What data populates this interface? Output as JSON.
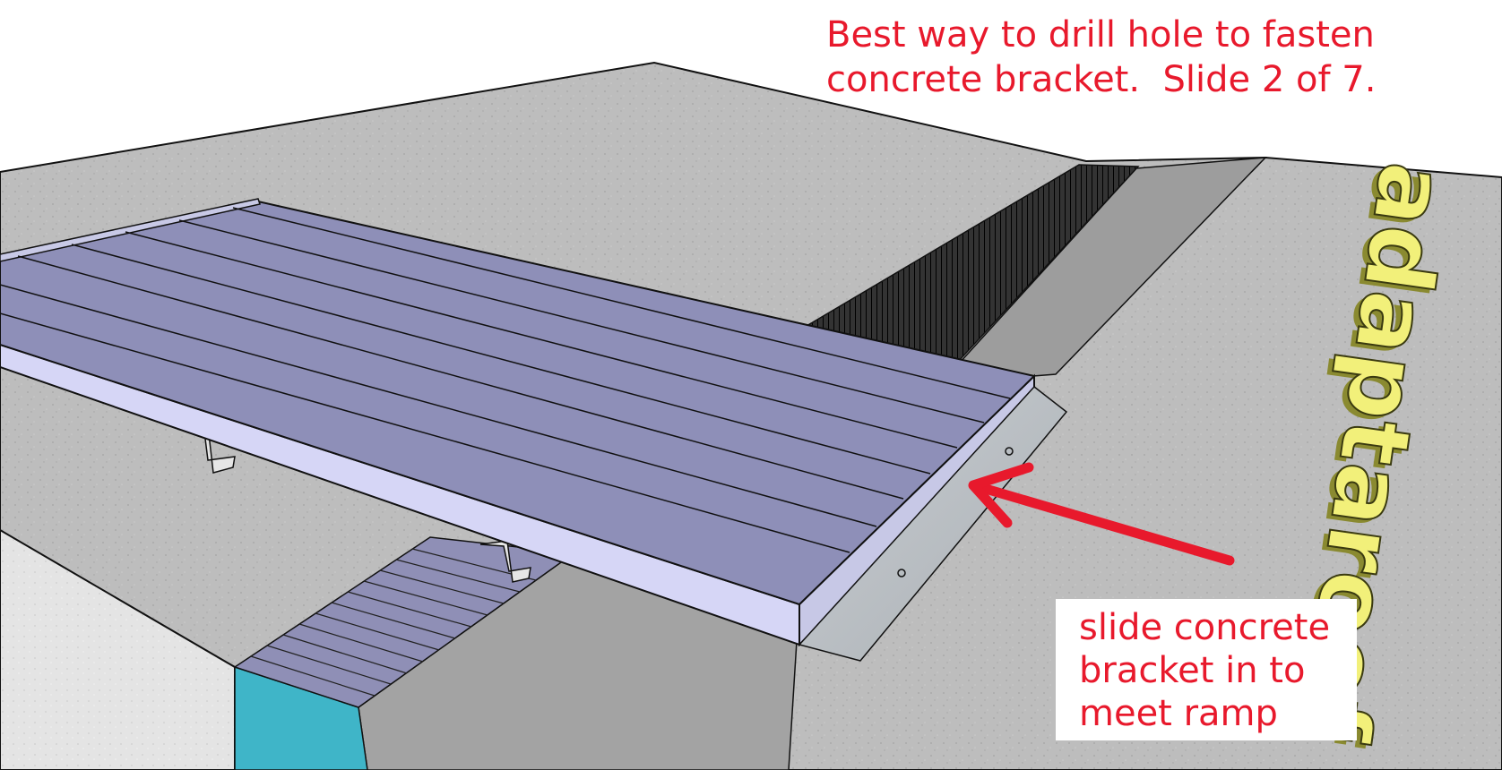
{
  "title": {
    "line1": "Best way to drill hole to fasten",
    "line2": "concrete bracket.  Slide 2 of 7."
  },
  "callout": {
    "line1": "slide concrete",
    "line2": "bracket in to",
    "line3": "meet ramp"
  },
  "watermark_text": "adaptaroof",
  "colors": {
    "annotation_red": "#e8192c",
    "ramp_purple": "#8e8fb8",
    "ramp_side": "#d6d6f6",
    "concrete": "#b9b9b9",
    "bracket": "#bfc4c8",
    "logo_yellow": "#f2f07a",
    "channel_cyan": "#3fb5c8"
  }
}
